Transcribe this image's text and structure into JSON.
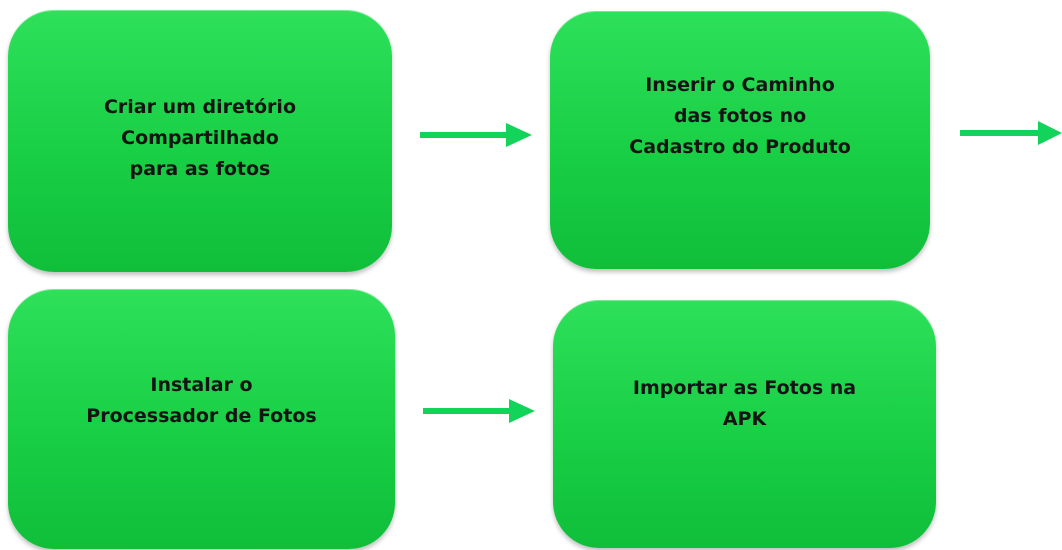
{
  "colors": {
    "box_fill": "#1fd64c",
    "arrow": "#12d45a",
    "text": "#141414"
  },
  "steps": [
    {
      "label": "Criar um diretório\nCompartilhado\npara as fotos"
    },
    {
      "label": "Inserir o Caminho\ndas fotos no\nCadastro do Produto"
    },
    {
      "label": "Instalar o\nProcessador de Fotos"
    },
    {
      "label": "Importar as Fotos na\nAPK"
    }
  ]
}
